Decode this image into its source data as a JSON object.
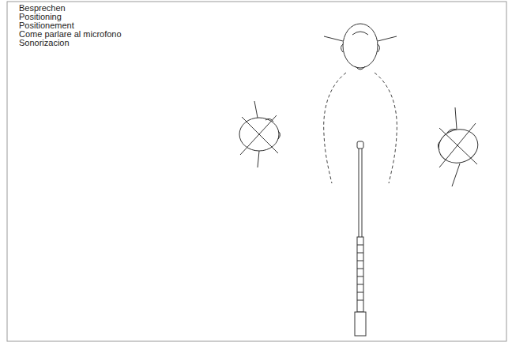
{
  "diagram": {
    "labels": [
      "Besprechen",
      "Positioning",
      "Positionement",
      "Come parlare al microfono",
      "Sonorizacion"
    ]
  }
}
